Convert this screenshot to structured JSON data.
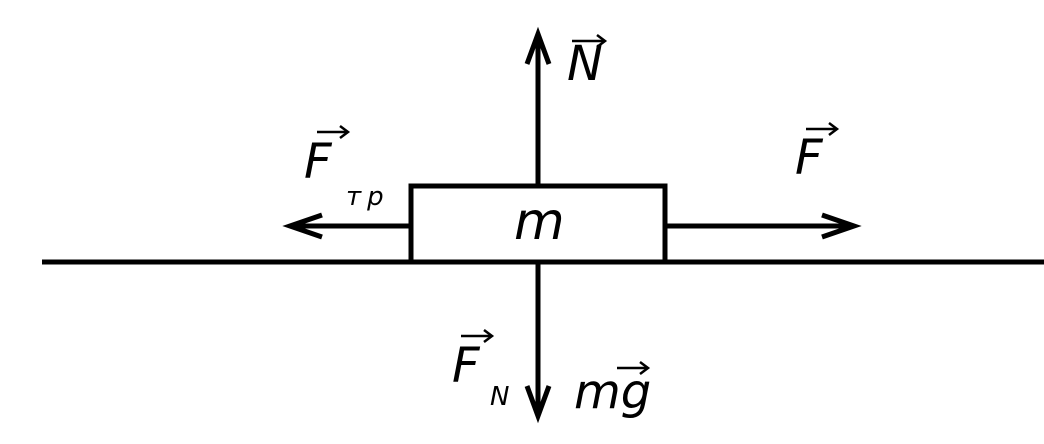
{
  "diagram": {
    "block_label": "m",
    "forces": {
      "normal": "N",
      "applied": "F",
      "friction": {
        "main": "F",
        "subscript": "тр"
      },
      "pressure": {
        "main": "F",
        "subscript": "N"
      },
      "gravity": "mg"
    },
    "colors": {
      "ink": "#000000",
      "background": "#ffffff"
    }
  }
}
